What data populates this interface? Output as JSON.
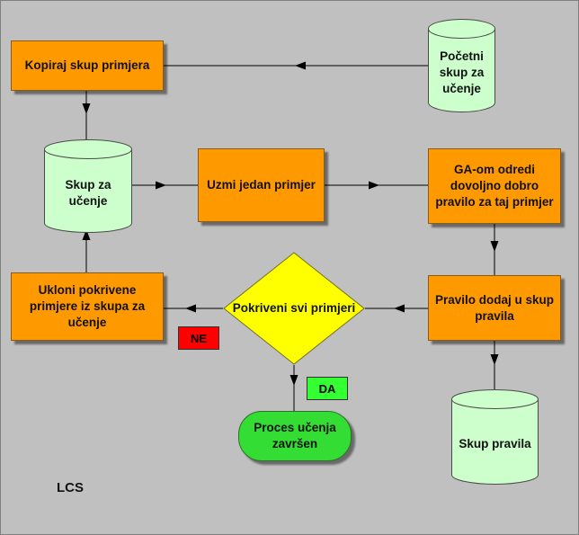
{
  "nodes": {
    "kopiraj": "Kopiraj skup primjera",
    "pocetni": "Početni skup za učenje",
    "skup_za_ucenje": "Skup za učenje",
    "uzmi": "Uzmi jedan primjer",
    "ga": "GA-om odredi dovoljno dobro pravilo za taj primjer",
    "ukloni": "Ukloni pokrivene primjere iz skupa za učenje",
    "pokriveni": "Pokriveni svi primjeri",
    "pravilo": "Pravilo dodaj u skup pravila",
    "proces": "Proces učenja završen",
    "skup_pravila": "Skup pravila"
  },
  "labels": {
    "ne": "NE",
    "da": "DA",
    "lcs": "LCS"
  },
  "colors": {
    "process_fill": "#ff9900",
    "storage_fill": "#ccffcc",
    "decision_fill": "#ffff00",
    "end_fill": "#33dd33",
    "no_fill": "#ff0000",
    "yes_fill": "#33ff33",
    "background": "#c0c0c0"
  }
}
